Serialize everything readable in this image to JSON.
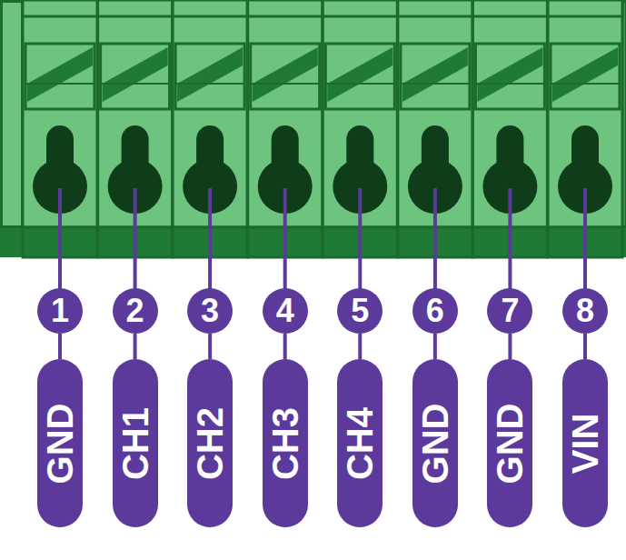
{
  "diagram": {
    "nodes": [
      {
        "text": [
          "1"
        ]
      },
      {
        "text": [
          "GND"
        ]
      },
      {
        "text": [
          "2"
        ]
      },
      {
        "text": [
          "CH1"
        ]
      },
      {
        "text": [
          "3"
        ]
      },
      {
        "text": [
          "CH2"
        ]
      },
      {
        "text": [
          "4"
        ]
      },
      {
        "text": [
          "CH3"
        ]
      },
      {
        "text": [
          "5"
        ]
      },
      {
        "text": [
          "CH4"
        ]
      },
      {
        "text": [
          "6"
        ]
      },
      {
        "text": [
          "GND"
        ]
      },
      {
        "text": [
          "7"
        ]
      },
      {
        "text": [
          "GND"
        ]
      },
      {
        "text": [
          "8"
        ]
      },
      {
        "text": [
          "VIN"
        ]
      }
    ],
    "edges": [
      {
        "from": 0,
        "to": 1,
        "arrow": "none"
      },
      {
        "from": 2,
        "to": 3,
        "arrow": "none"
      },
      {
        "from": 4,
        "to": 5,
        "arrow": "none"
      },
      {
        "from": 6,
        "to": 7,
        "arrow": "none"
      },
      {
        "from": 8,
        "to": 9,
        "arrow": "none"
      },
      {
        "from": 10,
        "to": 11,
        "arrow": "none"
      },
      {
        "from": 12,
        "to": 13,
        "arrow": "none"
      },
      {
        "from": 14,
        "to": 15,
        "arrow": "none"
      }
    ]
  }
}
